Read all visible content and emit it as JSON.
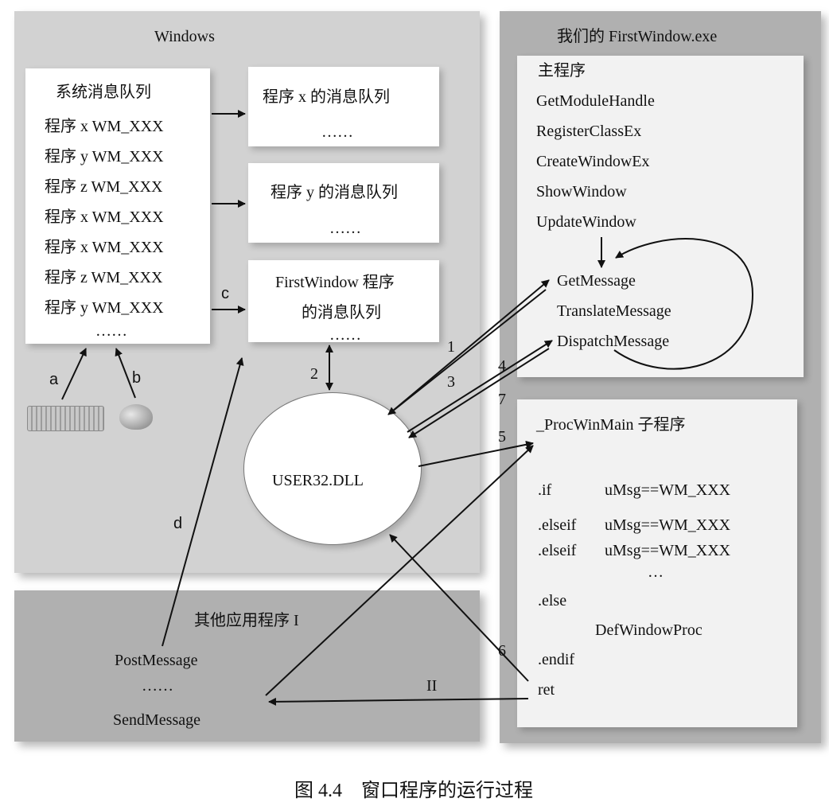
{
  "windows_panel": {
    "title": "Windows",
    "system_queue": {
      "title": "系统消息队列",
      "items": [
        "程序 x WM_XXX",
        "程序 y WM_XXX",
        "程序 z WM_XXX",
        "程序 x WM_XXX",
        "程序 x WM_XXX",
        "程序 z WM_XXX",
        "程序 y WM_XXX"
      ],
      "ellipsis": "……"
    },
    "queue_x": {
      "title": "程序 x 的消息队列",
      "ellipsis": "……"
    },
    "queue_y": {
      "title": "程序 y 的消息队列",
      "ellipsis": "……"
    },
    "queue_first": {
      "line1": "FirstWindow 程序",
      "line2": "的消息队列",
      "ellipsis": "……"
    },
    "dll": "USER32.DLL"
  },
  "other_app": {
    "title": "其他应用程序 I",
    "post": "PostMessage",
    "ellipsis": "……",
    "send": "SendMessage"
  },
  "first_window": {
    "title": "我们的 FirstWindow.exe",
    "main": {
      "title": "主程序",
      "calls": [
        "GetModuleHandle",
        "RegisterClassEx",
        "CreateWindowEx",
        "ShowWindow",
        "UpdateWindow"
      ],
      "loop": [
        "GetMessage",
        "TranslateMessage",
        "DispatchMessage"
      ]
    },
    "proc": {
      "title": "_ProcWinMain 子程序",
      "if_kw": ".if",
      "elseif_kw": ".elseif",
      "cond": "uMsg==WM_XXX",
      "dots": "…",
      "else_kw": ".else",
      "def_proc": "DefWindowProc",
      "endif_kw": ".endif",
      "ret": "ret"
    }
  },
  "labels": {
    "a": "a",
    "b": "b",
    "c": "c",
    "d": "d",
    "n1": "1",
    "n2": "2",
    "n3": "3",
    "n4": "4",
    "n5": "5",
    "n6": "6",
    "n7": "7",
    "roman2": "II"
  },
  "caption": "图 4.4　窗口程序的运行过程"
}
